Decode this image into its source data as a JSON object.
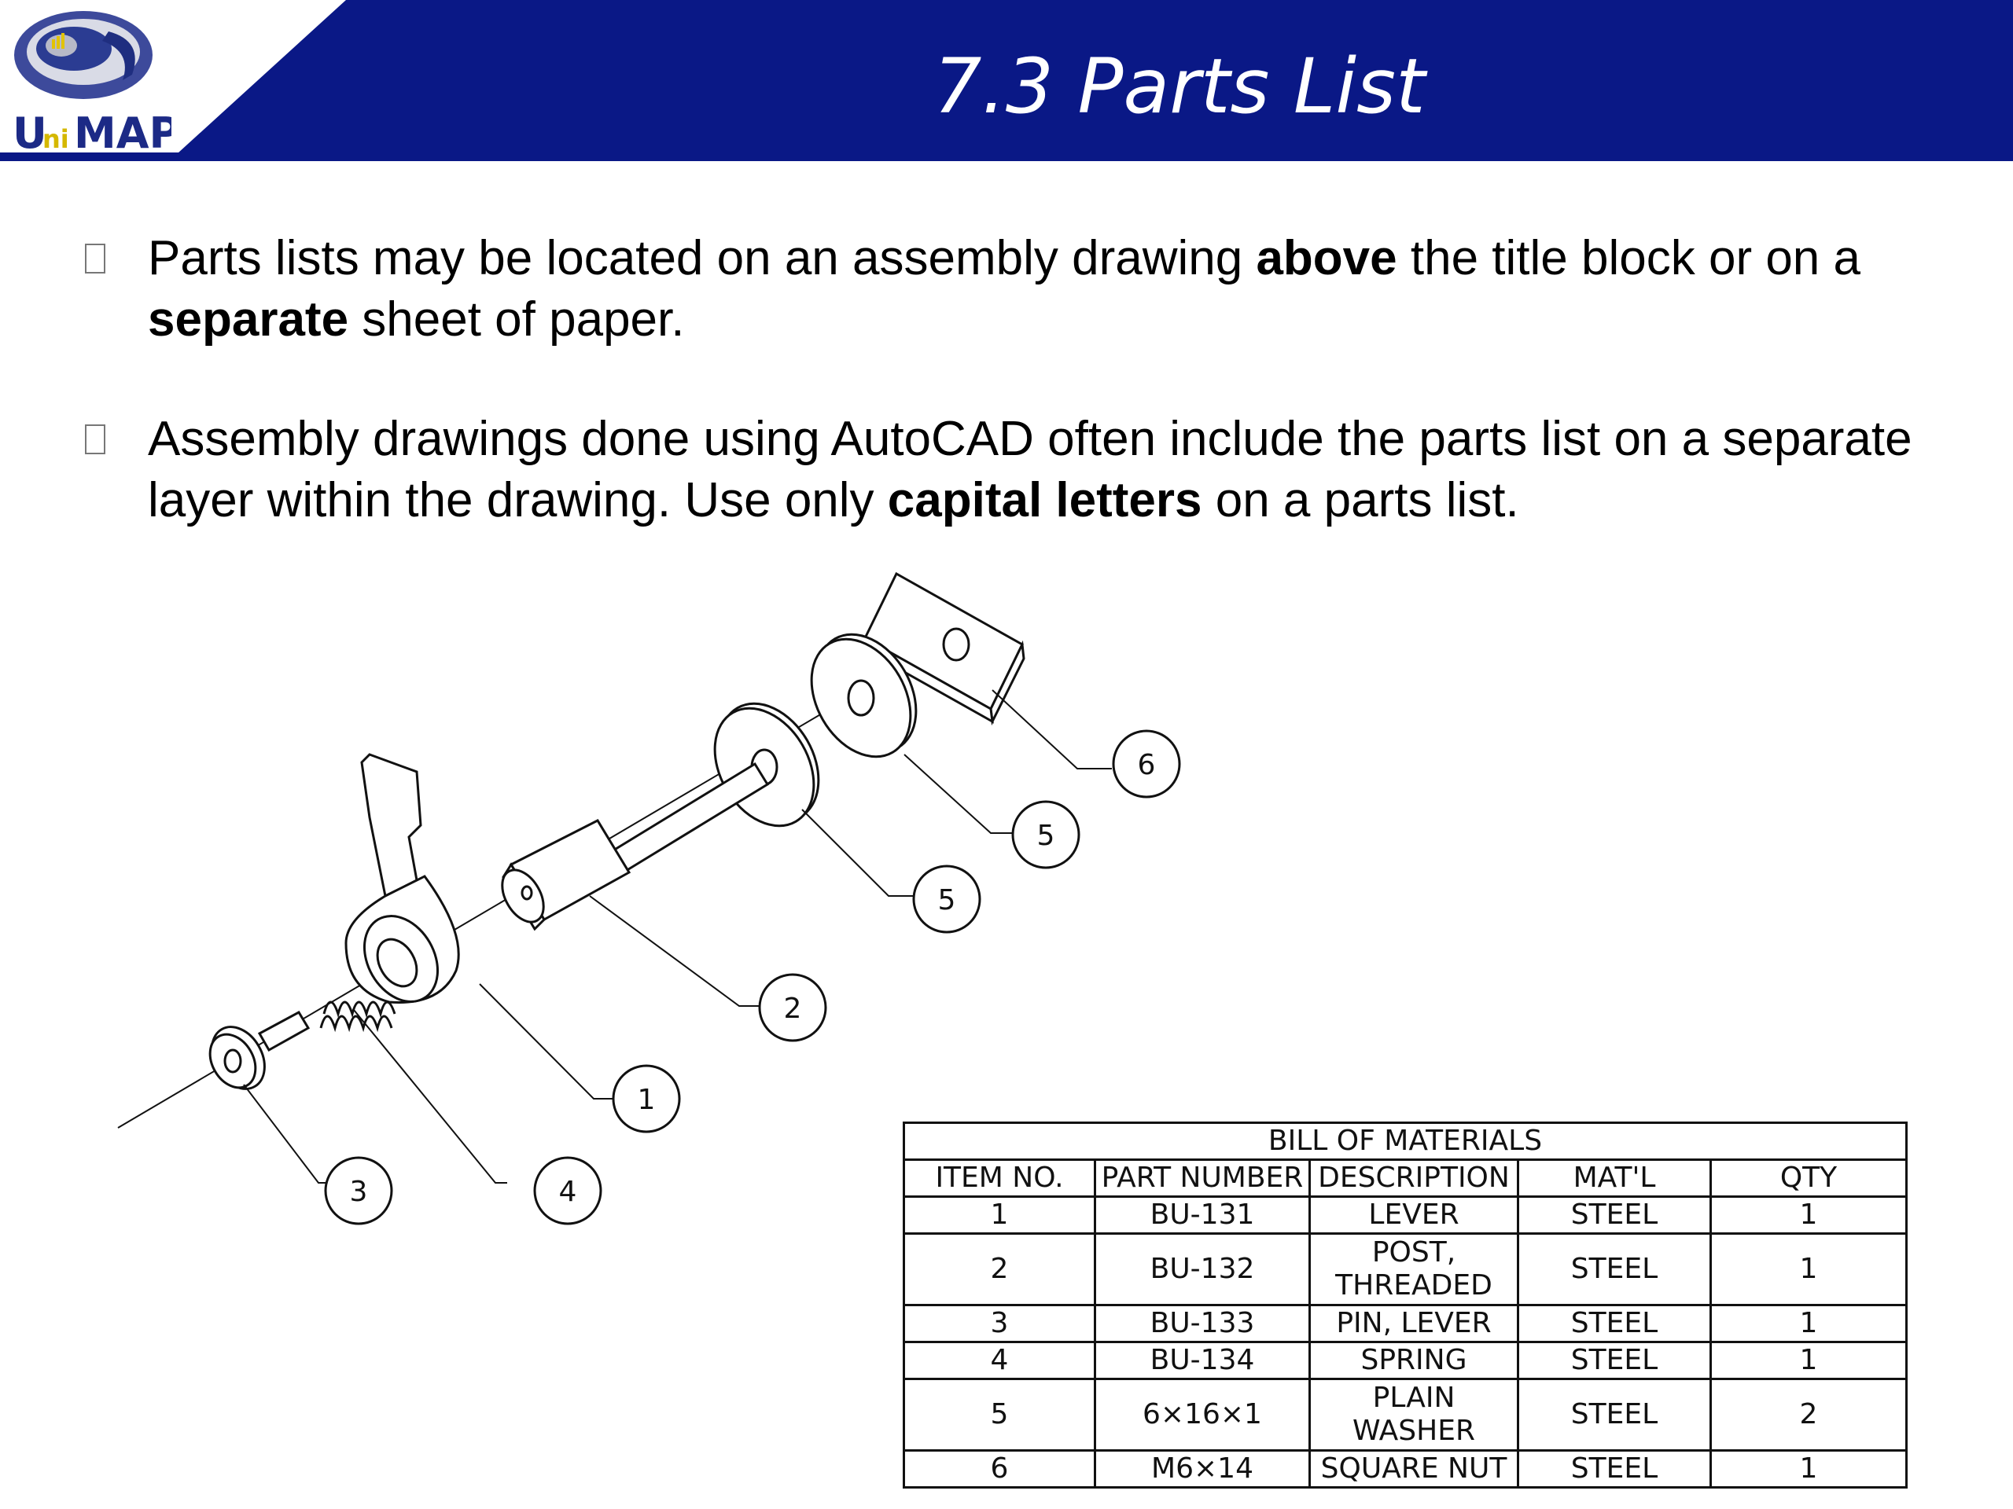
{
  "slide": {
    "title": "7.3 Parts List",
    "logo_text": "UniMAP",
    "colors": {
      "banner": "#0a1886",
      "text": "#000000"
    }
  },
  "bullets": [
    {
      "parts": [
        "Parts lists may be located on an assembly drawing ",
        "above",
        " the title block or on a ",
        "separate",
        " sheet of paper."
      ]
    },
    {
      "parts": [
        "Assembly drawings done using AutoCAD often include the parts list on a separate layer within the drawing. Use only ",
        "capital letters",
        " on a parts list."
      ]
    }
  ],
  "drawing": {
    "callouts": [
      "6",
      "5",
      "5",
      "2",
      "1",
      "3",
      "4"
    ]
  },
  "bom": {
    "title": "BILL OF MATERIALS",
    "headers": [
      "ITEM NO.",
      "PART NUMBER",
      "DESCRIPTION",
      "MAT'L",
      "QTY"
    ],
    "rows": [
      [
        "1",
        "BU-131",
        "LEVER",
        "STEEL",
        "1"
      ],
      [
        "2",
        "BU-132",
        "POST, THREADED",
        "STEEL",
        "1"
      ],
      [
        "3",
        "BU-133",
        "PIN, LEVER",
        "STEEL",
        "1"
      ],
      [
        "4",
        "BU-134",
        "SPRING",
        "STEEL",
        "1"
      ],
      [
        "5",
        "6×16×1",
        "PLAIN WASHER",
        "STEEL",
        "2"
      ],
      [
        "6",
        "M6×14",
        "SQUARE NUT",
        "STEEL",
        "1"
      ]
    ]
  }
}
